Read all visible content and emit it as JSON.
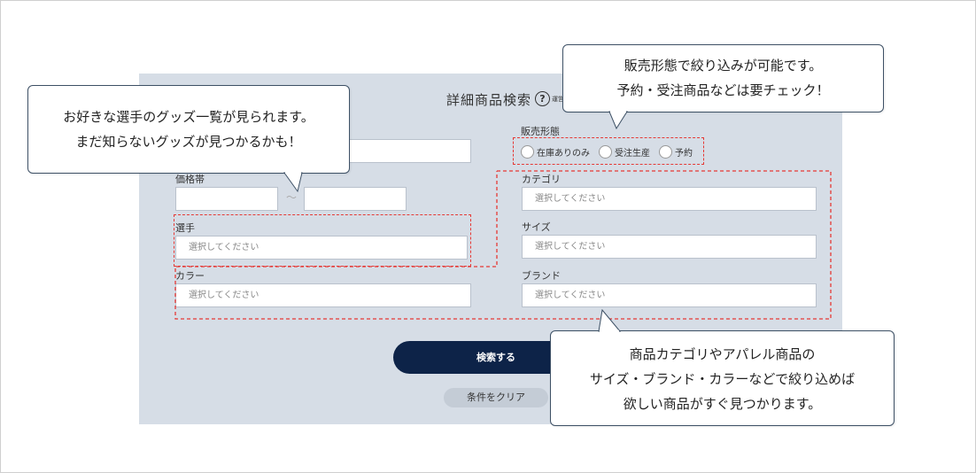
{
  "form": {
    "title": "詳細商品検索",
    "help_text": "運営",
    "help_icon": "question-circle-icon",
    "price_label": "価格帯",
    "price_separator": "〜",
    "player_label": "選手",
    "player_placeholder": "選択してください",
    "color_label": "カラー",
    "color_placeholder": "選択してください",
    "sales_type_label": "販売形態",
    "sales_options": [
      "在庫ありのみ",
      "受注生産",
      "予約"
    ],
    "category_label": "カテゴリ",
    "category_placeholder": "選択してください",
    "size_label": "サイズ",
    "size_placeholder": "選択してください",
    "brand_label": "ブランド",
    "brand_placeholder": "選択してください",
    "search_button": "検索する",
    "clear_button": "条件をクリア"
  },
  "callouts": {
    "player": [
      "お好きな選手のグッズ一覧が見られます。",
      "まだ知らないグッズが見つかるかも！"
    ],
    "sales": [
      "販売形態で絞り込みが可能です。",
      "予約・受注商品などは要チェック！"
    ],
    "category": [
      "商品カテゴリやアパレル商品の",
      "サイズ・ブランド・カラーなどで絞り込めば",
      "欲しい商品がすぐ見つかります。"
    ]
  },
  "colors": {
    "panel_bg": "#d6dde6",
    "primary_button": "#0d2348",
    "highlight_dash": "#e53935",
    "callout_border": "#3d5065"
  }
}
